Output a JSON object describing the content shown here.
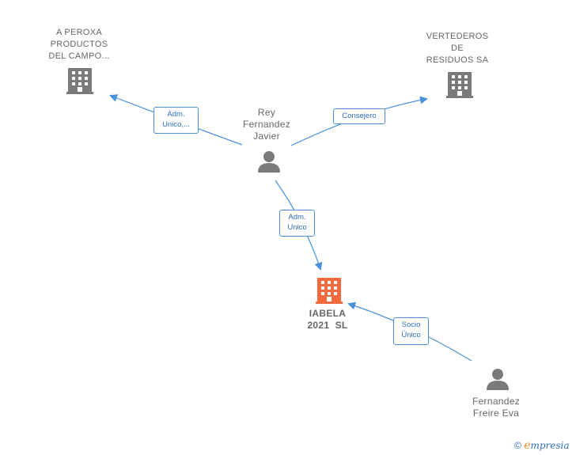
{
  "nodes": {
    "peroxa": {
      "line1": "A PEROXA",
      "line2": "PRODUCTOS",
      "line3": "DEL CAMPO..."
    },
    "vertederos": {
      "line1": "VERTEDEROS",
      "line2": "DE",
      "line3": "RESIDUOS SA"
    },
    "rey": {
      "line1": "Rey",
      "line2": "Fernandez",
      "line3": "Javier"
    },
    "iabela": {
      "line1": "IABELA",
      "line2": "2021  SL"
    },
    "fernandez": {
      "line1": "Fernandez",
      "line2": "Freire Eva"
    }
  },
  "edges": {
    "rey_peroxa": {
      "line1": "Adm.",
      "line2": "Unico,..."
    },
    "rey_vertederos": {
      "line1": "Consejero"
    },
    "rey_iabela": {
      "line1": "Adm.",
      "line2": "Unico"
    },
    "fernandez_iabela": {
      "line1": "Socio",
      "line2": "Único"
    }
  },
  "colors": {
    "company": "#7a7a7a",
    "main_company": "#f26a3d",
    "person": "#7a7a7a",
    "edge": "#4a90d9"
  },
  "footer": {
    "copyright": "©",
    "brand_initial": "e",
    "brand_rest": "mpresia"
  }
}
